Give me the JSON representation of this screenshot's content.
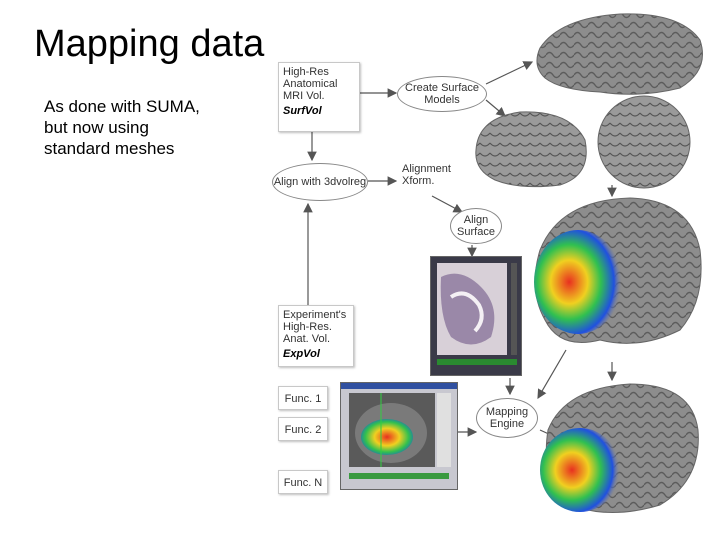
{
  "slide": {
    "title": "Mapping data",
    "bullet": "As done with SUMA, but now using standard meshes"
  },
  "diagram": {
    "high_res_box": "High-Res Anatomical MRI Vol.",
    "surfvol_tag": "SurfVol",
    "create_surface": "Create Surface Models",
    "align_3dvolreg": "Align with 3dvolreg",
    "alignment_xform": "Alignment Xform.",
    "align_surface": "Align Surface",
    "experiment_box": "Experiment's High-Res. Anat. Vol.",
    "expvol_tag": "ExpVol",
    "func1": "Func. 1",
    "func2": "Func. 2",
    "funcn": "Func. N",
    "mapping_engine": "Mapping Engine"
  },
  "colors": {
    "brain_gray": "#8a8a8a",
    "arrow": "#555555"
  }
}
